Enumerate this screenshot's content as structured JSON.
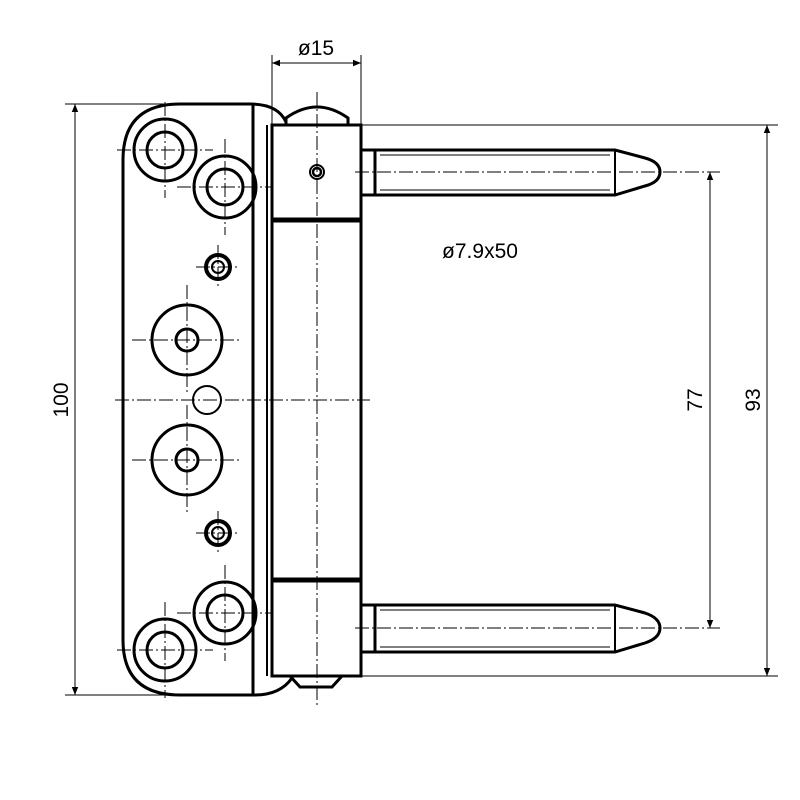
{
  "drawing": {
    "title": "Door hinge technical drawing",
    "dimensions": {
      "knuckle_diameter": "ø15",
      "pin_spec": "ø7.9x50",
      "plate_height": "100",
      "pin_spacing": "77",
      "knuckle_height": "93"
    },
    "line_color": "#000000",
    "background": "#ffffff"
  }
}
